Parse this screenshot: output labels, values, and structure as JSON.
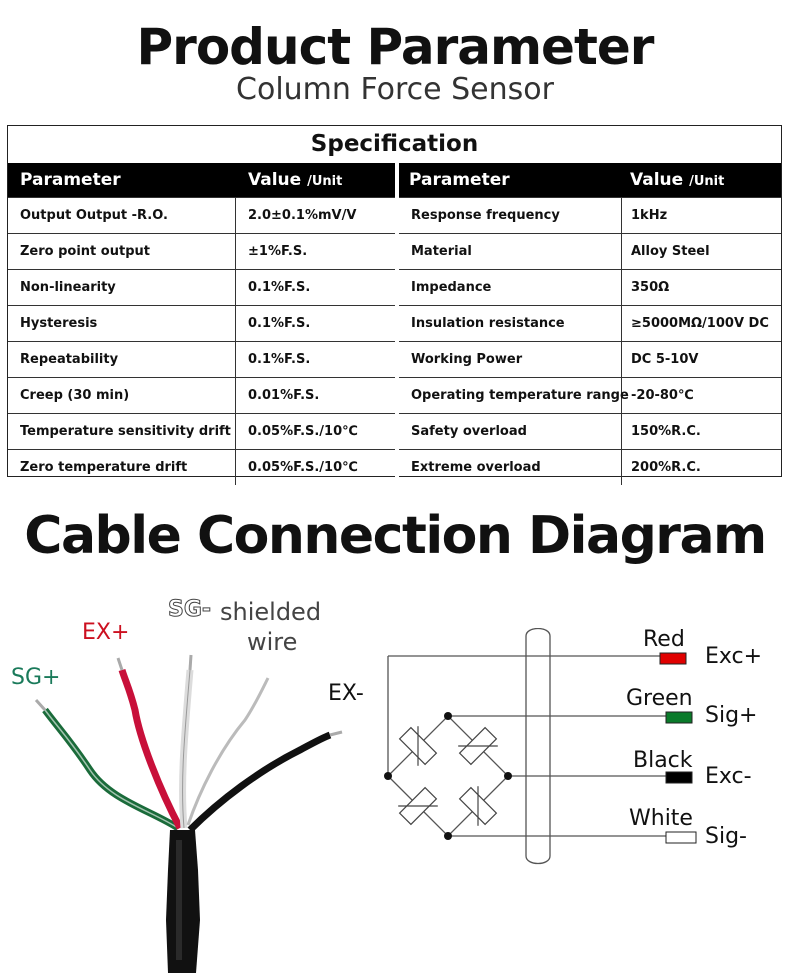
{
  "header": {
    "title": "Product Parameter",
    "subtitle": "Column Force Sensor"
  },
  "spec": {
    "heading": "Specification",
    "col_param": "Parameter",
    "col_value": "Value",
    "col_unit": "/Unit",
    "left_rows": [
      {
        "param": "Output Output -R.O.",
        "value": "2.0±0.1%mV/V"
      },
      {
        "param": "Zero point output",
        "value": "±1%F.S."
      },
      {
        "param": "Non-linearity",
        "value": "0.1%F.S."
      },
      {
        "param": "Hysteresis",
        "value": "0.1%F.S."
      },
      {
        "param": "Repeatability",
        "value": "0.1%F.S."
      },
      {
        "param": "Creep (30 min)",
        "value": "0.01%F.S."
      },
      {
        "param": "Temperature sensitivity drift",
        "value": "0.05%F.S./10℃"
      },
      {
        "param": "Zero temperature drift",
        "value": "0.05%F.S./10℃"
      }
    ],
    "right_rows": [
      {
        "param": "Response frequency",
        "value": "1kHz"
      },
      {
        "param": "Material",
        "value": "Alloy Steel"
      },
      {
        "param": "Impedance",
        "value": "350Ω"
      },
      {
        "param": "Insulation resistance",
        "value": "≥5000MΩ/100V DC"
      },
      {
        "param": "Working Power",
        "value": "DC 5-10V"
      },
      {
        "param": "Operating temperature range",
        "value": "-20-80℃"
      },
      {
        "param": "Safety overload",
        "value": "150%R.C."
      },
      {
        "param": "Extreme overload",
        "value": "200%R.C."
      }
    ]
  },
  "diagram": {
    "title": "Cable Connection Diagram",
    "cable_labels": {
      "sg_plus": "SG+",
      "ex_plus": "EX+",
      "sg_minus": "SG-",
      "shielded": "shielded",
      "wire": "wire",
      "ex_minus": "EX-"
    },
    "wires": [
      {
        "color_name": "Red",
        "signal": "Exc+",
        "color": "#e00000"
      },
      {
        "color_name": "Green",
        "signal": "Sig+",
        "color": "#0a7a2a"
      },
      {
        "color_name": "Black",
        "signal": "Exc-",
        "color": "#000000"
      },
      {
        "color_name": "White",
        "signal": "Sig-",
        "color": "#ffffff"
      }
    ],
    "colors": {
      "sg_plus_label": "#1a7a5a",
      "ex_plus_label": "#cc1020"
    }
  }
}
